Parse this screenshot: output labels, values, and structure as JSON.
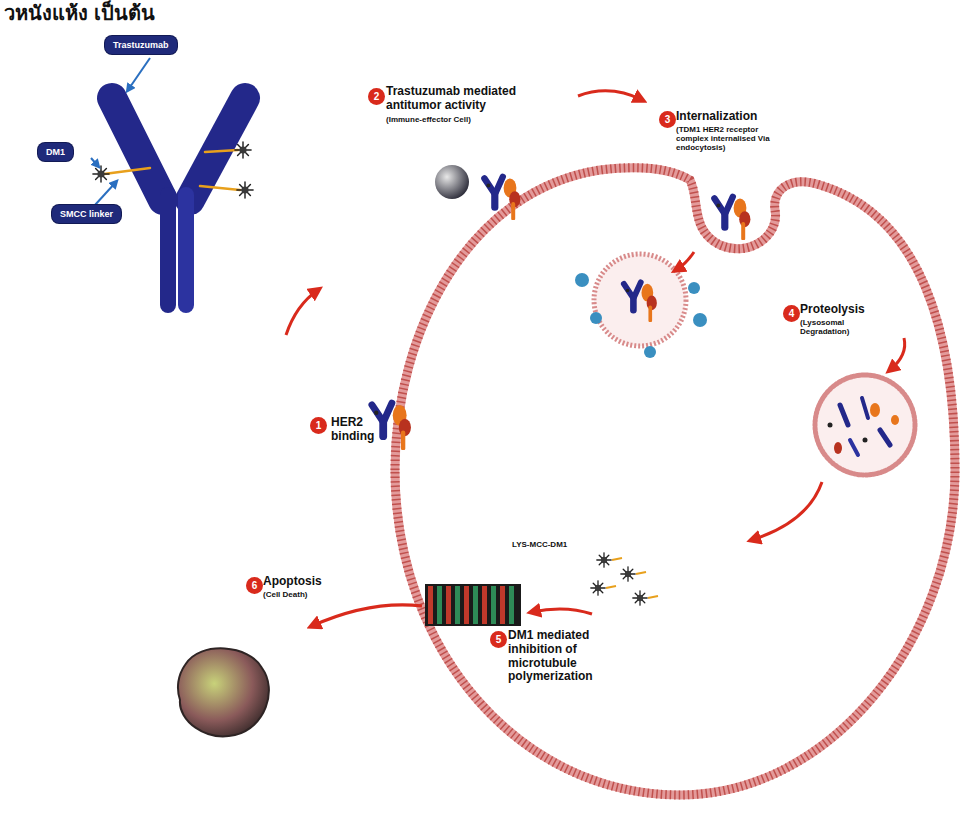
{
  "diagram": {
    "nodes": [
      {
        "text": [
          "Trastuzumab"
        ]
      },
      {
        "text": [
          "DM1"
        ]
      },
      {
        "text": [
          "SMCC linker"
        ]
      },
      {
        "text": [
          "1"
        ]
      },
      {
        "text": [
          "2"
        ]
      },
      {
        "text": [
          "3"
        ]
      },
      {
        "text": [
          "4"
        ]
      },
      {
        "text": [
          "5"
        ]
      },
      {
        "text": [
          "6"
        ]
      }
    ],
    "labels": [
      "วหนังแห้ง เป็นต้น",
      "HER2 binding",
      "Trastuzumab mediated antitumor activity",
      "(Immune-effector Cell)",
      "Internalization",
      "(TDM1 HER2 receptor complex internalised Via endocytosis)",
      "Proteolysis",
      "(Lysosomal Degradation)",
      "LYS-MCC-DM1",
      "DM1 mediated inhibition of microtubule polymerization",
      "Apoptosis",
      "(Cell Death)"
    ]
  }
}
